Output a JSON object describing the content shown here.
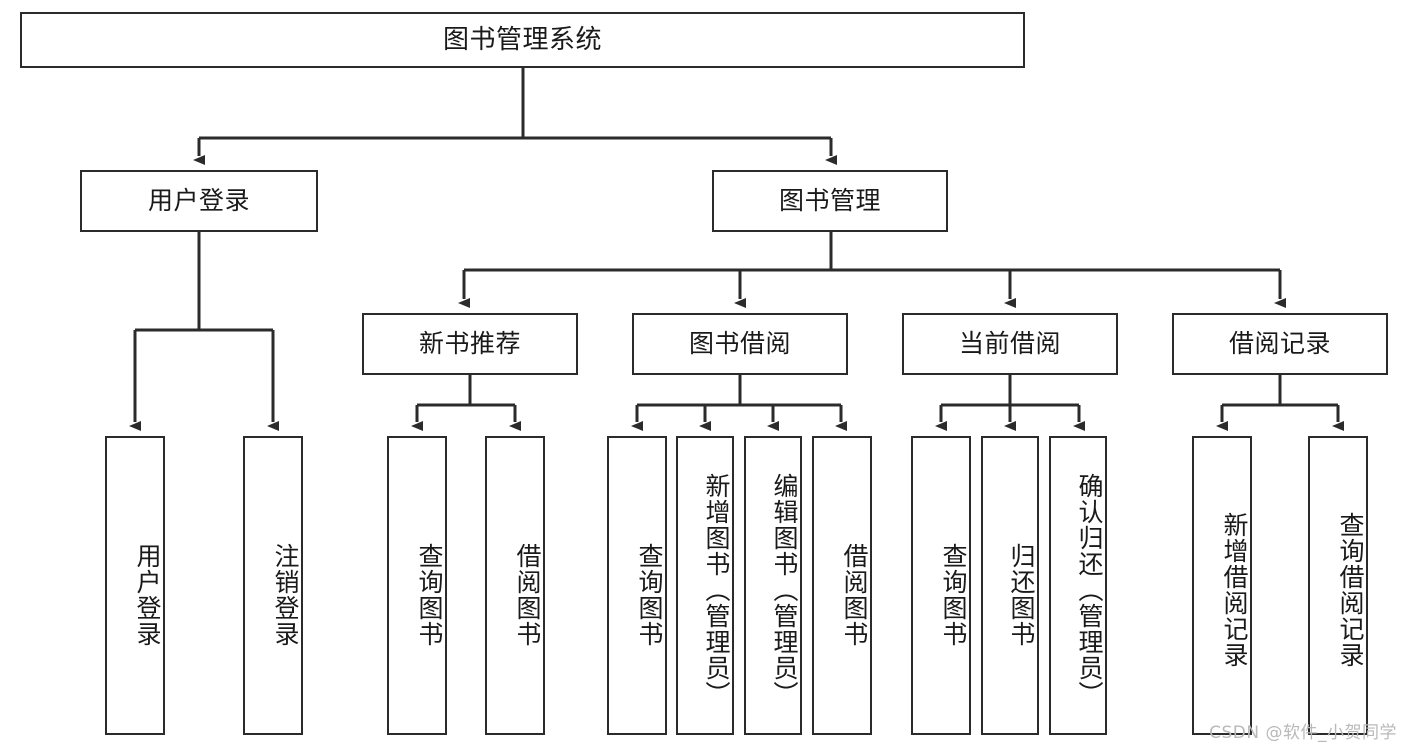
{
  "diagram": {
    "title": "图书管理系统",
    "type": "tree-hierarchy",
    "root": {
      "id": "root",
      "label": "图书管理系统"
    },
    "level2": [
      {
        "id": "user-login",
        "label": "用户登录"
      },
      {
        "id": "book-manage",
        "label": "图书管理"
      }
    ],
    "level3": [
      {
        "id": "new-book-rec",
        "label": "新书推荐",
        "parent": "book-manage"
      },
      {
        "id": "book-borrow",
        "label": "图书借阅",
        "parent": "book-manage"
      },
      {
        "id": "current-borrow",
        "label": "当前借阅",
        "parent": "book-manage"
      },
      {
        "id": "borrow-record",
        "label": "借阅记录",
        "parent": "book-manage"
      }
    ],
    "leaves": {
      "user_login": [
        {
          "id": "leaf-user-login",
          "label": "用户登录"
        },
        {
          "id": "leaf-user-logout",
          "label": "注销登录"
        }
      ],
      "new_book_rec": [
        {
          "id": "leaf-query-book-1",
          "label": "查询图书"
        },
        {
          "id": "leaf-borrow-book-1",
          "label": "借阅图书"
        }
      ],
      "book_borrow": [
        {
          "id": "leaf-query-book-2",
          "label": "查询图书"
        },
        {
          "id": "leaf-add-book",
          "label": "新增图书（管理员）"
        },
        {
          "id": "leaf-edit-book",
          "label": "编辑图书（管理员）"
        },
        {
          "id": "leaf-borrow-book-2",
          "label": "借阅图书"
        }
      ],
      "current_borrow": [
        {
          "id": "leaf-query-book-3",
          "label": "查询图书"
        },
        {
          "id": "leaf-return-book",
          "label": "归还图书"
        },
        {
          "id": "leaf-confirm-return",
          "label": "确认归还（管理员）"
        }
      ],
      "borrow_record": [
        {
          "id": "leaf-add-record",
          "label": "新增借阅记录"
        },
        {
          "id": "leaf-query-record",
          "label": "查询借阅记录"
        }
      ]
    },
    "colors": {
      "stroke": "#2b2b2b",
      "fill": "#ffffff",
      "text": "#1a1a1a",
      "watermark": "#b9b9b9"
    }
  },
  "watermark": {
    "text": "CSDN @软件_小贺同学"
  }
}
